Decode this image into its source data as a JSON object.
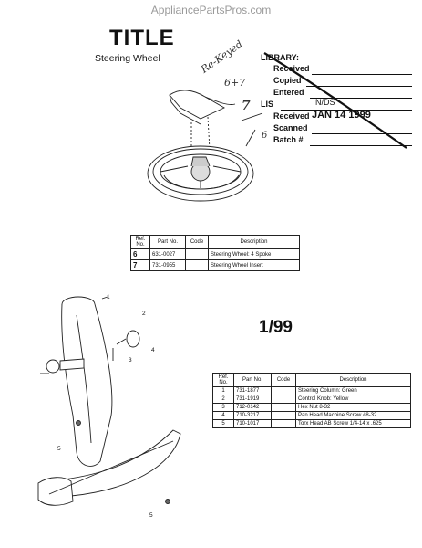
{
  "watermark": "AppliancePartsPros.com",
  "title": "TITLE",
  "subtitle": "Steering Wheel",
  "stamp": {
    "library_label": "LIBRARY:",
    "received_label": "Received",
    "copied_label": "Copied",
    "entered_label": "Entered",
    "lis_label": "LIS",
    "lis_value": "N/DS",
    "received2_label": "Received",
    "received2_value": "JAN 14 1999",
    "scanned_label": "Scanned",
    "batch_label": "Batch #"
  },
  "handwriting": {
    "line1": "Re-Keyed",
    "line2": "6+7",
    "callout7": "7",
    "callout6": "6"
  },
  "revision": "1/99",
  "table1": {
    "headers": [
      "Ref. No.",
      "Part No.",
      "Code",
      "Description"
    ],
    "rows": [
      [
        "6",
        "631-0027",
        "",
        "Steering Wheel: 4 Spoke"
      ],
      [
        "7",
        "731-0955",
        "",
        "Steering Wheel Insert"
      ]
    ]
  },
  "table2": {
    "headers": [
      "Ref. No.",
      "Part No.",
      "Code",
      "Description"
    ],
    "rows": [
      [
        "1",
        "731-1877",
        "",
        "Steering Column: Green"
      ],
      [
        "2",
        "731-1919",
        "",
        "Control Knob: Yellow"
      ],
      [
        "3",
        "712-0142",
        "",
        "Hex Nut 8-32"
      ],
      [
        "4",
        "710-3217",
        "",
        "Pan Head Machine Screw #8-32"
      ],
      [
        "5",
        "710-1017",
        "",
        "Torx Head AB Screw 1/4-14 x .625"
      ]
    ]
  },
  "callouts": {
    "c1": "1",
    "c2": "2",
    "c3": "3",
    "c4": "4",
    "c5a": "5",
    "c5b": "5"
  }
}
